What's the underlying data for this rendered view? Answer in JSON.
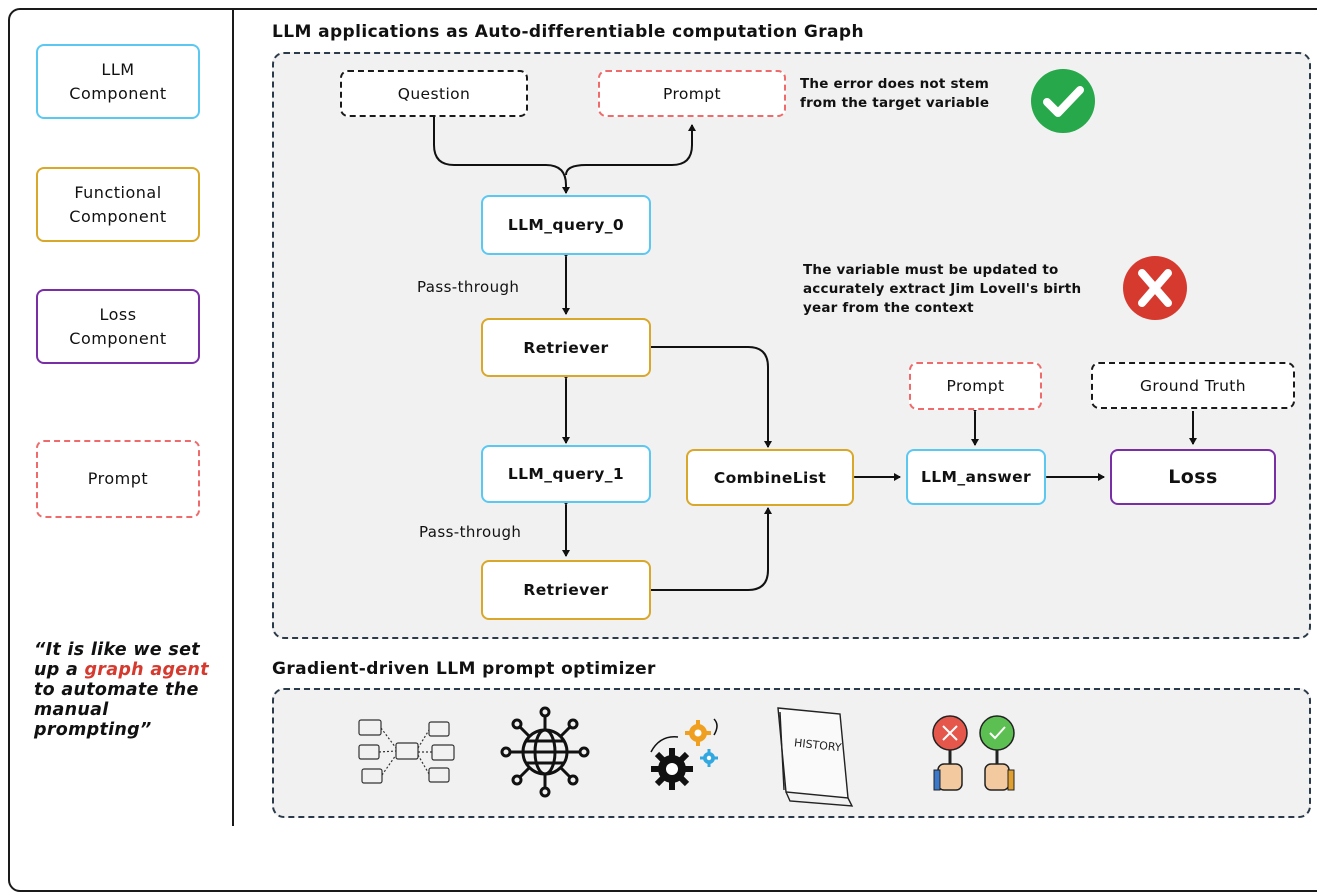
{
  "legend": {
    "llm": "LLM\nComponent",
    "functional": "Functional\nComponent",
    "loss": "Loss\nComponent",
    "prompt": "Prompt"
  },
  "quote": {
    "part1": "“It is like we set up a ",
    "highlight": "graph agent",
    "part2": " to automate the manual prompting”"
  },
  "graph": {
    "title": "LLM applications as Auto-differentiable computation Graph",
    "nodes": {
      "question": "Question",
      "prompt_top": "Prompt",
      "llm_query_0": "LLM_query_0",
      "retriever_1": "Retriever",
      "llm_query_1": "LLM_query_1",
      "retriever_2": "Retriever",
      "combine_list": "CombineList",
      "prompt_answer": "Prompt",
      "llm_answer": "LLM_answer",
      "ground_truth": "Ground Truth",
      "loss": "Loss"
    },
    "edge_labels": {
      "pass_through_1": "Pass-through",
      "pass_through_2": "Pass-through"
    },
    "notes": {
      "ok": "The error does not stem from the target variable",
      "error": "The variable must be updated to accurately extract Jim Lovell's birth year from the context"
    }
  },
  "optimizer": {
    "title": "Gradient-driven LLM prompt optimizer",
    "history_label": "HISTORY",
    "icons": [
      "graph-icon",
      "network-globe-icon",
      "gears-icon",
      "history-book-icon",
      "feedback-signs-icon"
    ]
  },
  "colors": {
    "llm": "#5bc8f2",
    "functional": "#d9a82a",
    "loss": "#7a2ea6",
    "prompt": "#ef6a6a",
    "ok": "#27a84a",
    "error": "#d63a2f"
  }
}
